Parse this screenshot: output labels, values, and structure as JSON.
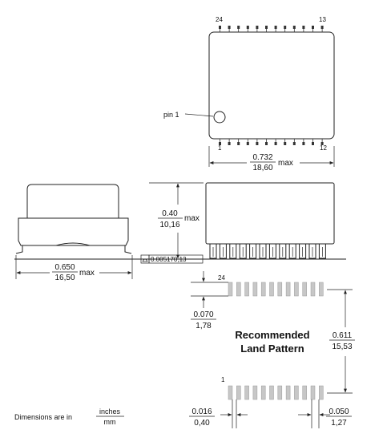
{
  "top_view": {
    "pin_24": "24",
    "pin_13": "13",
    "pin_1": "1",
    "pin_12": "12",
    "pin1_label": "pin 1",
    "length_in": "0.732",
    "length_mm": "18,60",
    "length_suffix": "max"
  },
  "side_view": {
    "height_in": "0.40",
    "height_mm": "10,16",
    "height_suffix": "max",
    "coplanarity": "0.005170,13"
  },
  "end_view": {
    "width_in": "0.650",
    "width_mm": "16,50",
    "width_suffix": "max"
  },
  "land_pattern": {
    "title_line1": "Recommended",
    "title_line2": "Land Pattern",
    "pin_24": "24",
    "pin_1": "1",
    "pad_len_in": "0.070",
    "pad_len_mm": "1,78",
    "row_span_in": "0.611",
    "row_span_mm": "15,53",
    "pad_w_in": "0.016",
    "pad_w_mm": "0,40",
    "pitch_in": "0.050",
    "pitch_mm": "1,27"
  },
  "units_note": {
    "prefix": "Dimensions are in",
    "top": "inches",
    "bottom": "mm"
  }
}
